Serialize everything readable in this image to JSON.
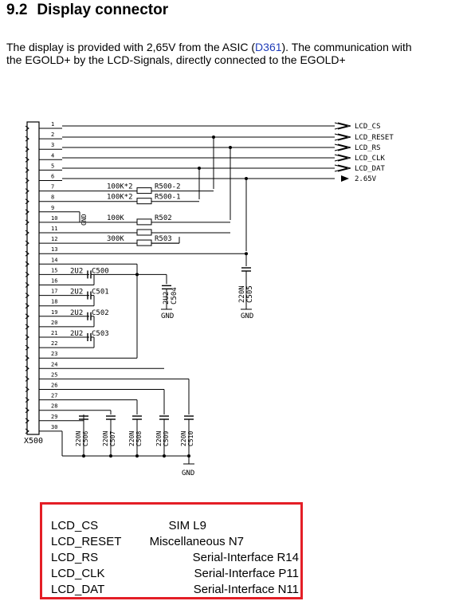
{
  "section": {
    "number": "9.2",
    "title": "Display connector"
  },
  "paragraph": {
    "before": "The display is provided with 2,65V from the ASIC (",
    "link": "D361",
    "after": "). The communication with",
    "line2": "the EGOLD+ by the LCD-Signals, directly connected to the EGOLD+"
  },
  "schematic": {
    "connector_label": "X500",
    "pins": [
      "1",
      "2",
      "3",
      "4",
      "5",
      "6",
      "7",
      "8",
      "9",
      "10",
      "11",
      "12",
      "13",
      "14",
      "15",
      "16",
      "17",
      "18",
      "19",
      "20",
      "21",
      "22",
      "23",
      "24",
      "25",
      "26",
      "27",
      "28",
      "29",
      "30"
    ],
    "outputs": [
      "LCD_CS",
      "LCD_RESET",
      "LCD_RS",
      "LCD_CLK",
      "LCD_DAT",
      "2.65V"
    ],
    "resistor_values": [
      "100K*2",
      "100K*2",
      "100K",
      "300K"
    ],
    "resistor_refs": [
      "R500-2",
      "R500-1",
      "R502",
      "R503"
    ],
    "pair_caps": [
      {
        "value": "2U2",
        "ref": "C500"
      },
      {
        "value": "2U2",
        "ref": "C501"
      },
      {
        "value": "2U2",
        "ref": "C502"
      },
      {
        "value": "2U2",
        "ref": "C503"
      }
    ],
    "c504": {
      "value": "2U2",
      "ref": "C504"
    },
    "c505": {
      "value": "220N",
      "ref": "C505"
    },
    "bottom_caps": [
      {
        "value": "220N",
        "ref": "C506"
      },
      {
        "value": "220N",
        "ref": "C507"
      },
      {
        "value": "220N",
        "ref": "C508"
      },
      {
        "value": "220N",
        "ref": "C509"
      },
      {
        "value": "220N",
        "ref": "C510"
      }
    ],
    "gnd": "GND"
  },
  "signal_table": [
    {
      "signal": "LCD_CS",
      "desc": "SIM L9"
    },
    {
      "signal": "LCD_RESET",
      "desc": "Miscellaneous N7"
    },
    {
      "signal": "LCD_RS",
      "desc": "Serial-Interface R14"
    },
    {
      "signal": "LCD_CLK",
      "desc": "Serial-Interface P11"
    },
    {
      "signal": "LCD_DAT",
      "desc": "Serial-Interface N11"
    }
  ],
  "colors": {
    "link": "#1f3cb8",
    "box_border": "#e41e26"
  }
}
